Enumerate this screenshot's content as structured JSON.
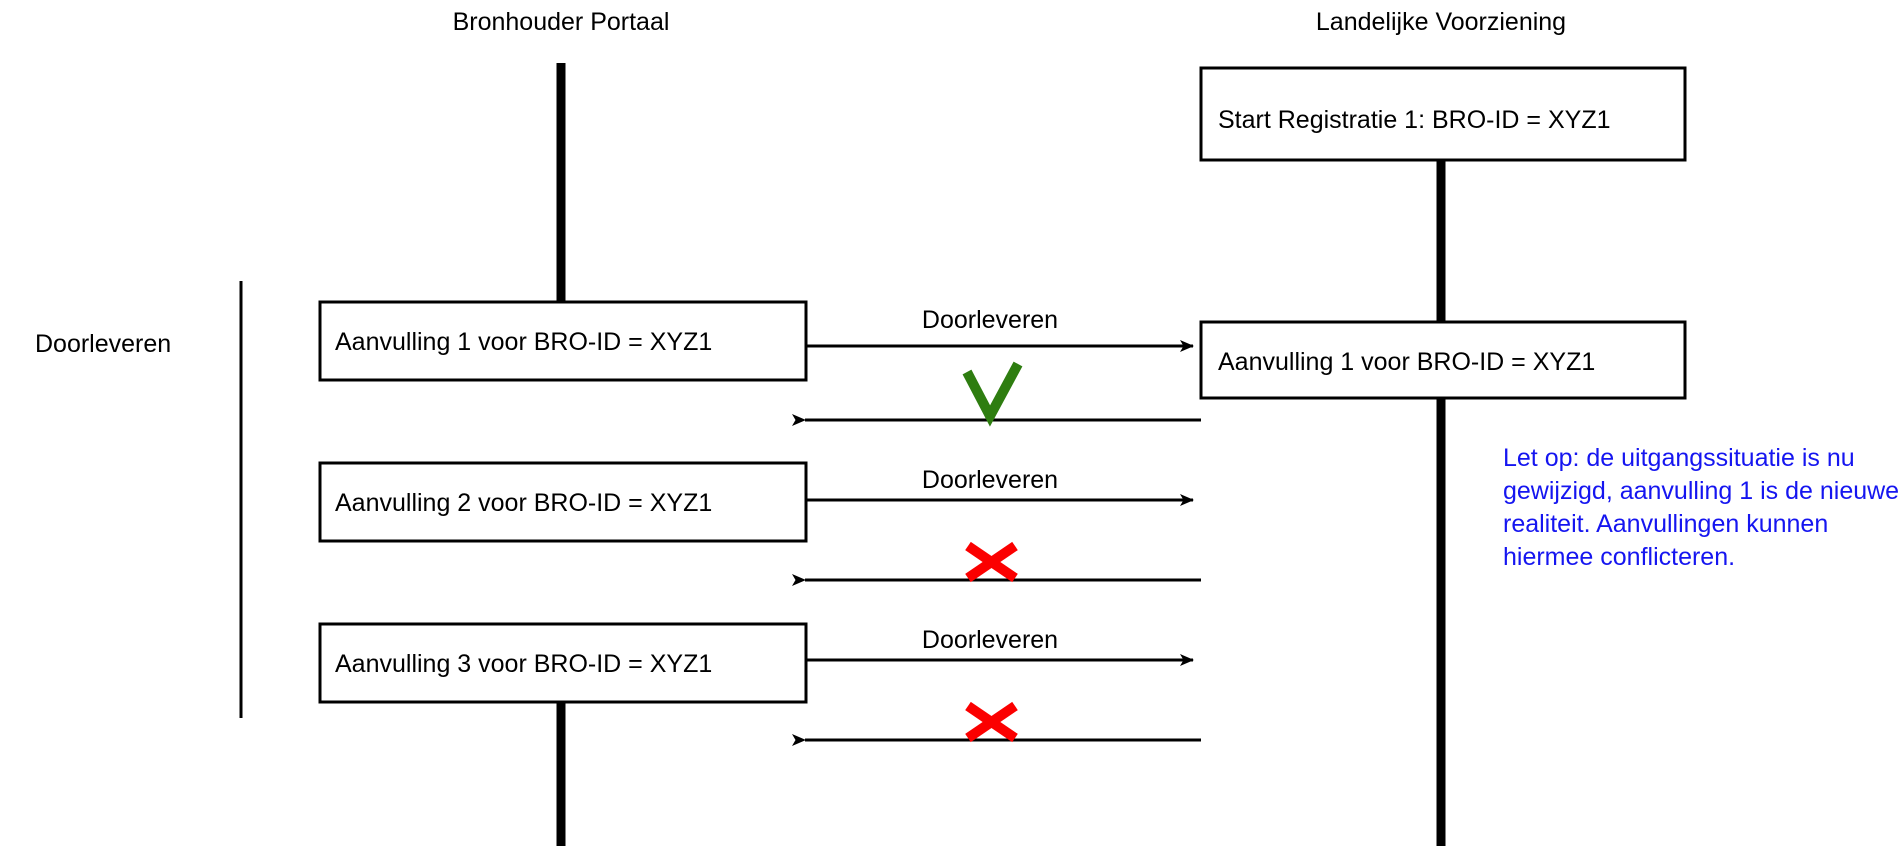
{
  "diagram": {
    "title_left": "Bronhouder Portaal",
    "title_right": "Landelijke Voorziening",
    "group_label": "Doorleveren",
    "boxes": {
      "start_registration": "Start Registratie 1: BRO-ID = XYZ1",
      "lv_aanvulling_1": "Aanvulling 1 voor BRO-ID = XYZ1",
      "bp_aanvulling_1": "Aanvulling 1 voor BRO-ID = XYZ1",
      "bp_aanvulling_2": "Aanvulling 2 voor BRO-ID = XYZ1",
      "bp_aanvulling_3": "Aanvulling 3 voor BRO-ID = XYZ1"
    },
    "arrow_labels": {
      "doorleveren_1": "Doorleveren",
      "doorleveren_2": "Doorleveren",
      "doorleveren_3": "Doorleveren"
    },
    "markers": {
      "result_1": "check-mark",
      "result_2": "cross-mark",
      "result_3": "cross-mark"
    },
    "note": {
      "lines": [
        "Let op: de uitgangssituatie is nu",
        "gewijzigd, aanvulling 1 is de nieuwe",
        "realiteit. Aanvullingen kunnen",
        "hiermee conflicteren."
      ],
      "color": "#1515f0"
    },
    "colors": {
      "success": "#2e7d10",
      "failure": "#fb0000",
      "note": "#1515f0",
      "line": "#000000",
      "background": "#ffffff"
    }
  }
}
